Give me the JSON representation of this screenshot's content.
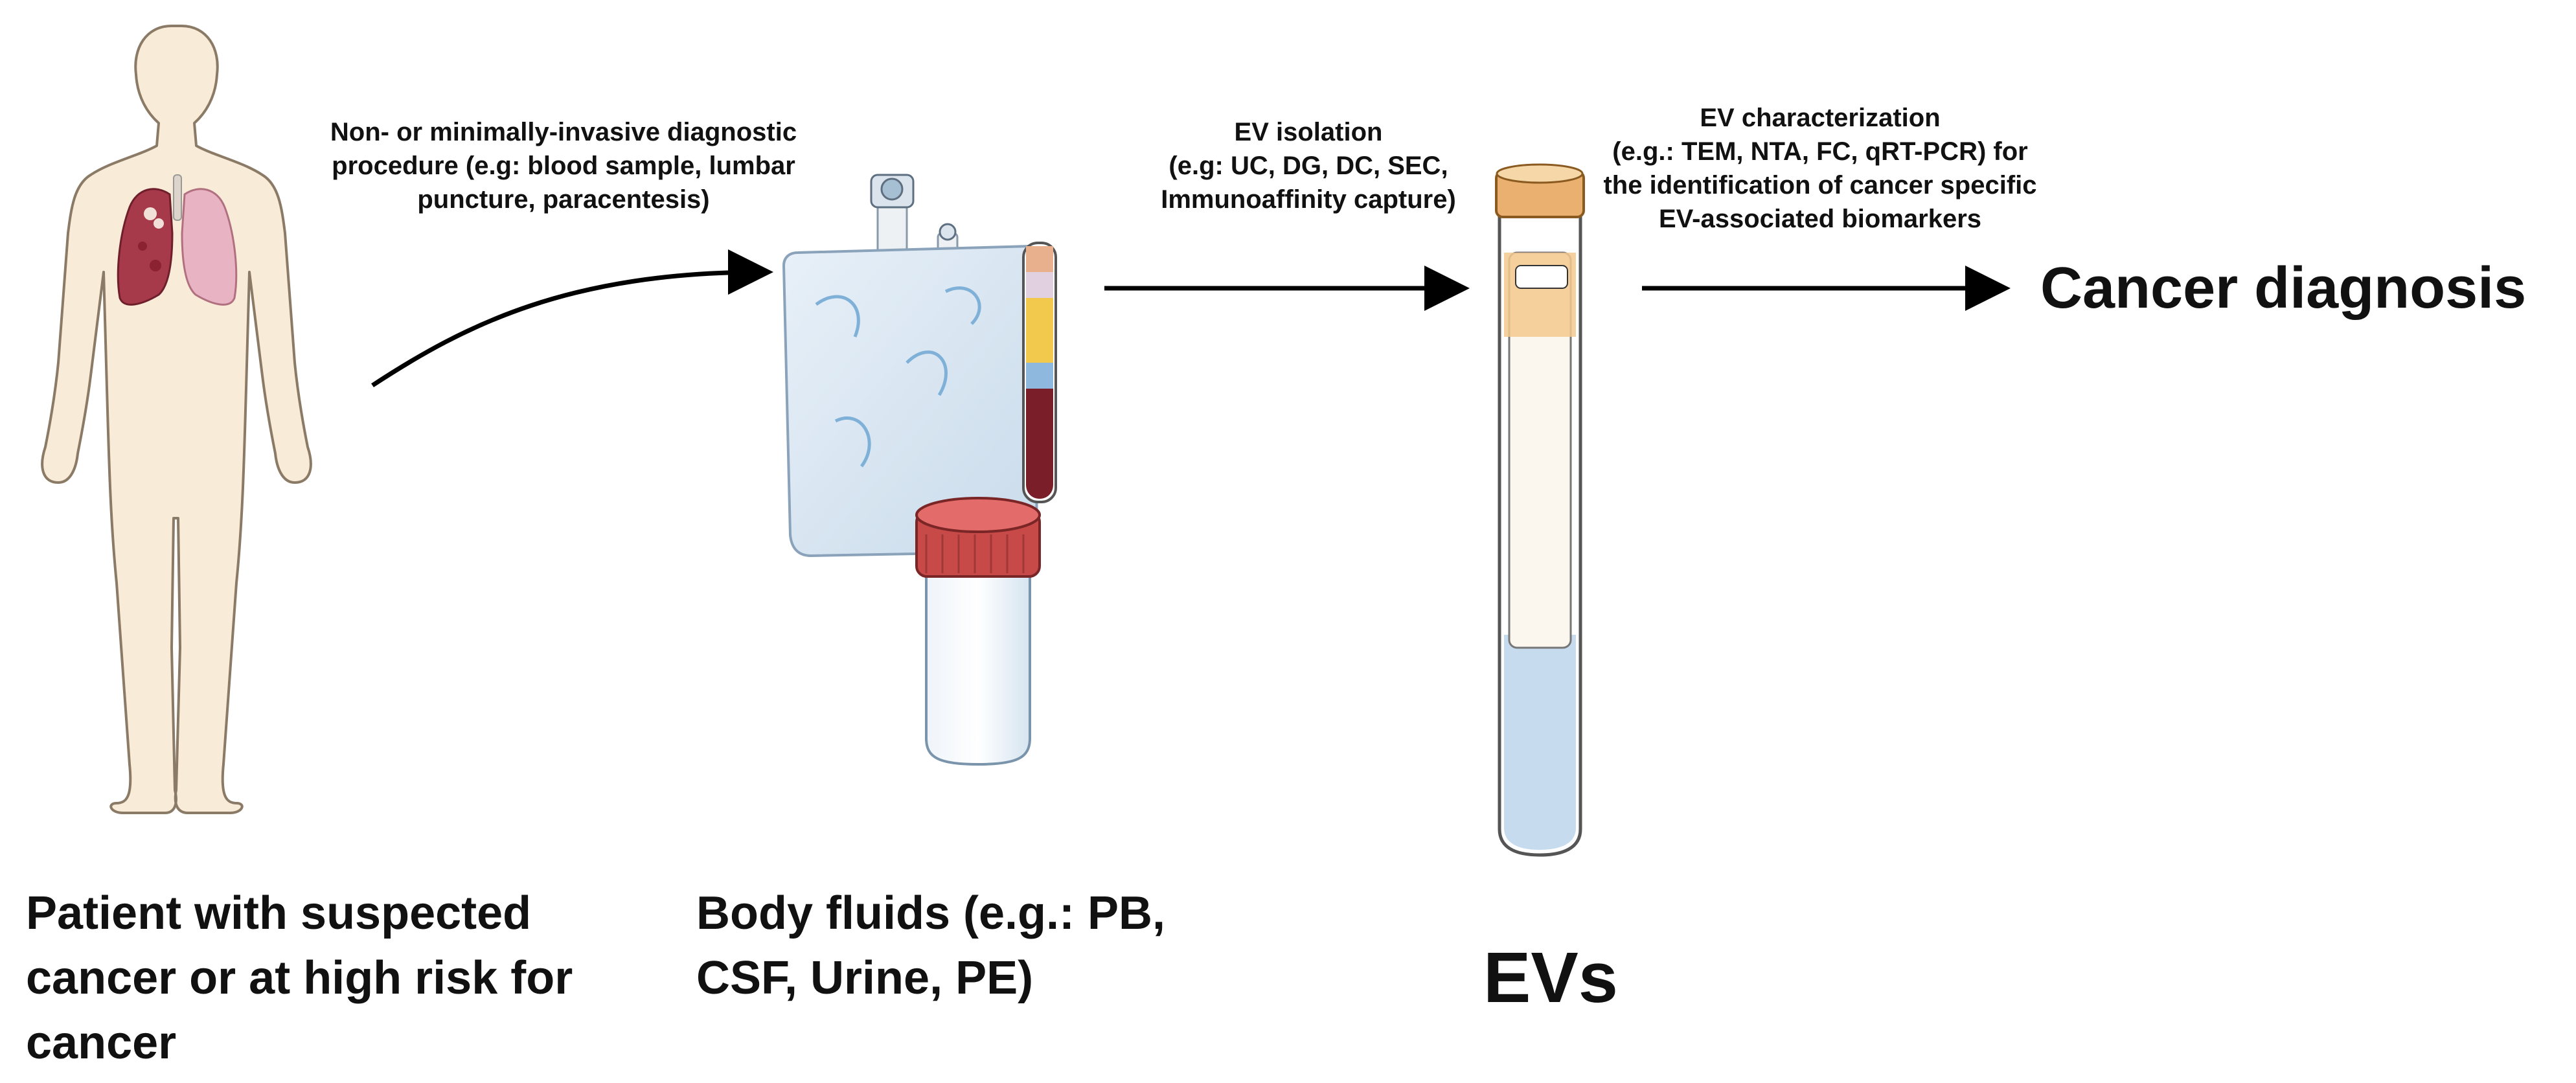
{
  "step_notes": {
    "procedure": "Non- or minimally-invasive diagnostic procedure (e.g: blood sample, lumbar puncture, paracentesis)",
    "isolation": "EV isolation\n(e.g: UC, DG, DC, SEC,\nImmunoaffinity capture)",
    "characterization": "EV characterization\n(e.g.: TEM, NTA, FC, qRT-PCR) for\nthe identification of cancer specific\nEV-associated biomarkers"
  },
  "stages": {
    "patient": "Patient with suspected cancer or at high risk for cancer",
    "fluids": "Body fluids (e.g.: PB, CSF, Urine, PE)",
    "evs": "EVs",
    "outcome": "Cancer diagnosis"
  },
  "colors": {
    "skin": "#f8ebd7",
    "lung": "#a63a4a",
    "bag": "#dfe9f3",
    "cap_red": "#c84a48",
    "tube_fluid": "#c6dcee",
    "tube_cap": "#e9b070"
  },
  "icons": [
    "human-body-icon",
    "lungs-icon",
    "iv-bag-icon",
    "blood-tube-icon",
    "specimen-jar-icon",
    "ev-test-tube-icon"
  ]
}
